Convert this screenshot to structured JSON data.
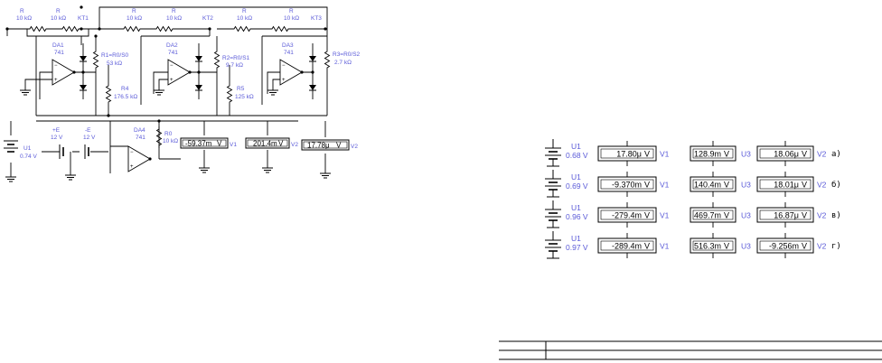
{
  "circuit": {
    "resistors_top": [
      {
        "name": "R",
        "value": "10 kΩ"
      },
      {
        "name": "R",
        "value": "10 kΩ"
      },
      {
        "name": "R",
        "value": "10 kΩ"
      },
      {
        "name": "R",
        "value": "10 kΩ"
      },
      {
        "name": "R",
        "value": "10 kΩ"
      },
      {
        "name": "R",
        "value": "10 kΩ"
      }
    ],
    "switches": [
      "KT1",
      "KT2",
      "KT3"
    ],
    "opamps": [
      {
        "name": "DA1",
        "model": "741"
      },
      {
        "name": "DA2",
        "model": "741"
      },
      {
        "name": "DA3",
        "model": "741"
      },
      {
        "name": "DA4",
        "model": "741"
      }
    ],
    "r1": {
      "name": "R1=R0/S0",
      "value": "53 kΩ"
    },
    "r2": {
      "name": "R2=R0/S1",
      "value": "9.7 kΩ"
    },
    "r3": {
      "name": "R3=R0/S2",
      "value": "2.7 kΩ"
    },
    "r4": {
      "name": "R4",
      "value": "176.5 kΩ"
    },
    "r5": {
      "name": "R5",
      "value": "125 kΩ"
    },
    "r0": {
      "name": "R0",
      "value": "10 kΩ"
    },
    "supply_pos": {
      "name": "+E",
      "value": "12 V"
    },
    "supply_neg": {
      "name": "-E",
      "value": "12 V"
    },
    "u1": {
      "name": "U1",
      "value": "0.74 V"
    },
    "meters": [
      {
        "reading": "-59.37m",
        "unit": "V",
        "name": "V1"
      },
      {
        "reading": "201.4m",
        "unit": "V",
        "name": "U3"
      },
      {
        "reading": "17.78μ",
        "unit": "V",
        "name": "V2"
      }
    ]
  },
  "table": {
    "rows": [
      {
        "u1_name": "U1",
        "u1_value": "0.68 V",
        "v1": "17.80μ",
        "v1_name": "V1",
        "u3": "128.9m",
        "u3_name": "U3",
        "v2": "18.06μ",
        "v2_name": "V2",
        "letter": "а)"
      },
      {
        "u1_name": "U1",
        "u1_value": "0.69 V",
        "v1": "-9.370m",
        "v1_name": "V1",
        "u3": "140.4m",
        "u3_name": "U3",
        "v2": "18.01μ",
        "v2_name": "V2",
        "letter": "б)"
      },
      {
        "u1_name": "U1",
        "u1_value": "0.96 V",
        "v1": "-279.4m",
        "v1_name": "V1",
        "u3": "469.7m",
        "u3_name": "U3",
        "v2": "16.87μ",
        "v2_name": "V2",
        "letter": "в)"
      },
      {
        "u1_name": "U1",
        "u1_value": "0.97 V",
        "v1": "-289.4m",
        "v1_name": "V1",
        "u3": "516.3m",
        "u3_name": "U3",
        "v2": "-9.256m",
        "v2_name": "V2",
        "letter": "г)"
      }
    ],
    "unit": "V"
  }
}
